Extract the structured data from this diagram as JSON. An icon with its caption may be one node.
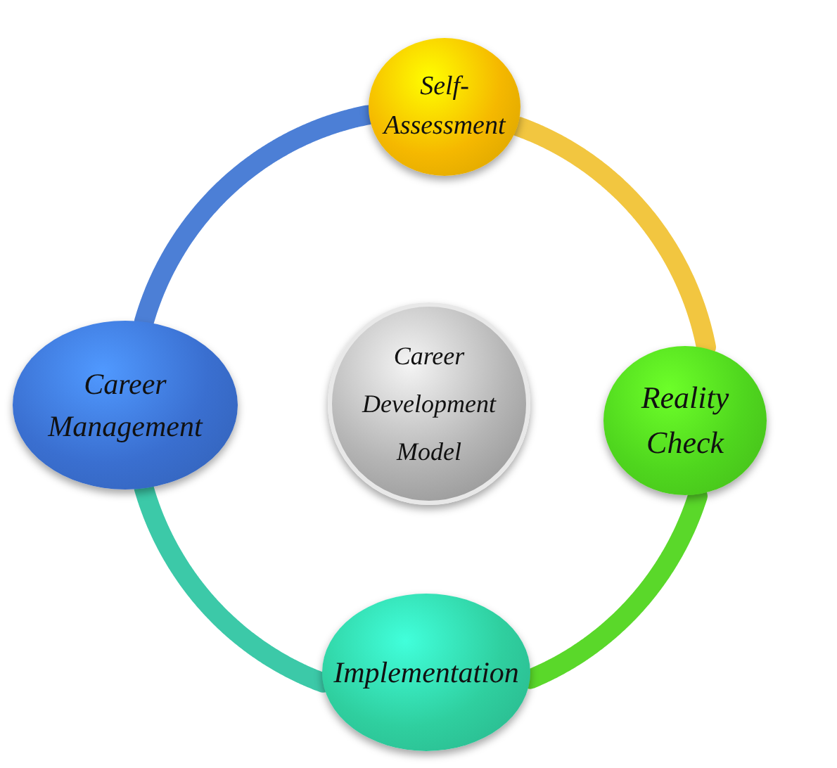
{
  "diagram": {
    "nodes": [
      {
        "text": [
          "Career Development Model"
        ]
      },
      {
        "text": [
          "Self-Assessment"
        ]
      },
      {
        "text": [
          "Reality Check"
        ]
      },
      {
        "text": [
          "Implementation"
        ]
      },
      {
        "text": [
          "Career Management"
        ]
      }
    ],
    "edges": [
      {
        "from": 1,
        "to": 2,
        "arrow": "none",
        "color": "#f2c640"
      },
      {
        "from": 2,
        "to": 3,
        "arrow": "none",
        "color": "#5ad82a"
      },
      {
        "from": 3,
        "to": 4,
        "arrow": "none",
        "color": "#3cc9a8"
      },
      {
        "from": 4,
        "to": 1,
        "arrow": "none",
        "color": "#4c7fd6"
      }
    ]
  }
}
